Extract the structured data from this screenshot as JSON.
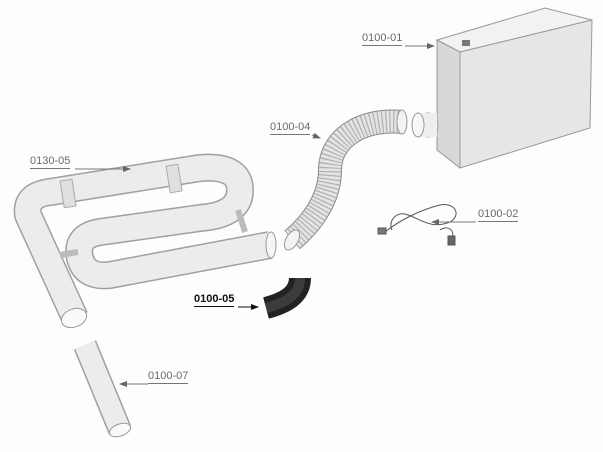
{
  "diagram": {
    "labels": {
      "unit": "0100-01",
      "flex_hose": "0100-04",
      "u_pipe": "0130-05",
      "power_cable": "0100-02",
      "elbow": "0100-05",
      "straight_pipe": "0100-07"
    },
    "colors": {
      "part": "#e9e9e9",
      "outline": "#9a9a9a",
      "elbow": "#2a2a2a",
      "leader": "#777777"
    }
  }
}
